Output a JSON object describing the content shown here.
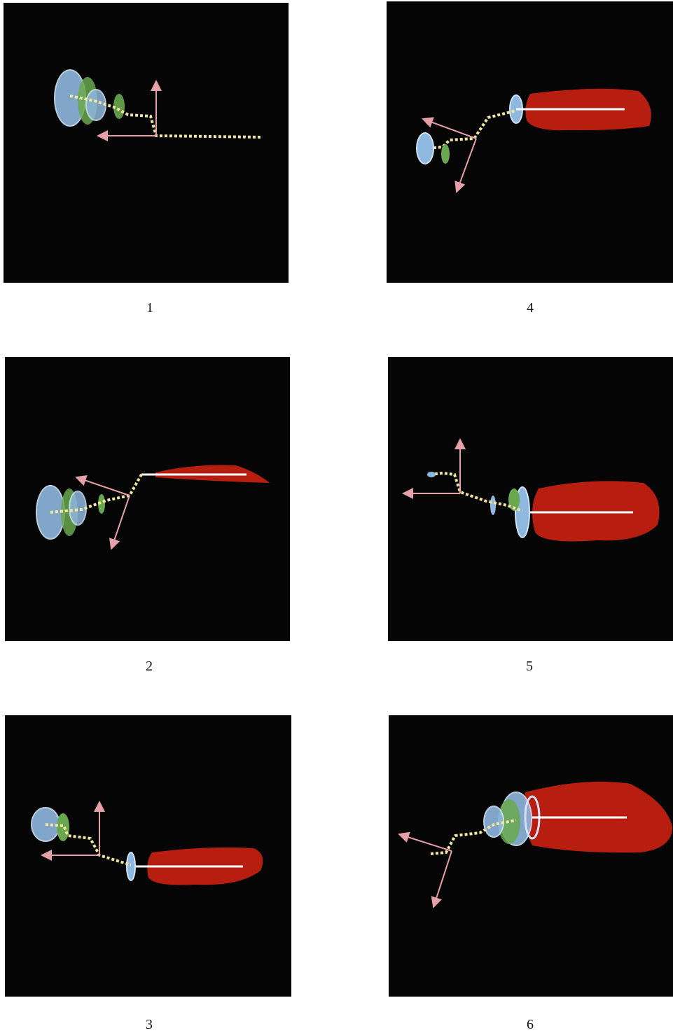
{
  "frames": [
    {
      "id": "1",
      "label": "1"
    },
    {
      "id": "2",
      "label": "2"
    },
    {
      "id": "3",
      "label": "3"
    },
    {
      "id": "4",
      "label": "4"
    },
    {
      "id": "5",
      "label": "5"
    },
    {
      "id": "6",
      "label": "6"
    }
  ],
  "colors": {
    "background": "#050505",
    "disc_blue": "#8fb8e0",
    "disc_green": "#6aa84f",
    "arrow_pink": "#e8a0a8",
    "chain_yellow": "#f0e6a0",
    "chain_white": "#ffffff",
    "shape_red": "#b81e10"
  }
}
